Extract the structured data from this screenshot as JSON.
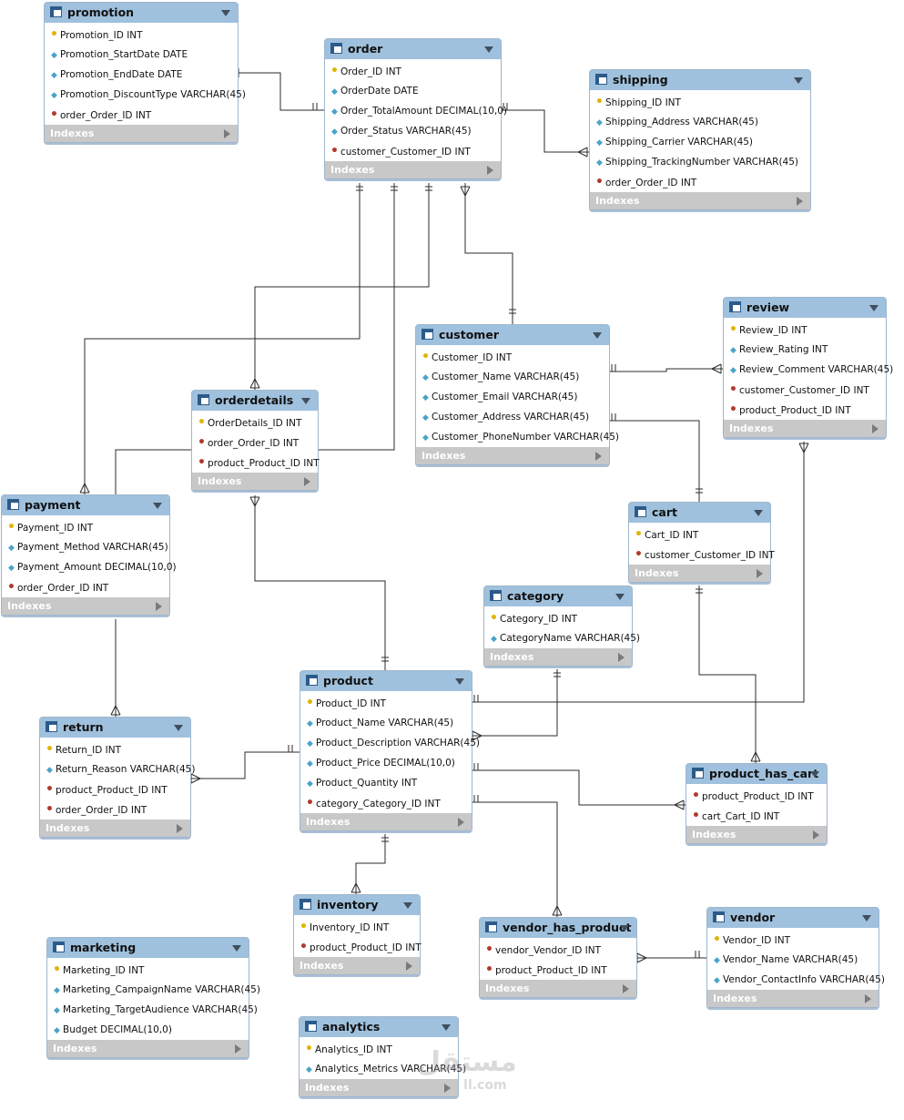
{
  "diagram": {
    "indexes_label": "Indexes",
    "watermark": "مستقل",
    "watermark_url": "ll.com"
  },
  "tables": [
    {
      "id": "promotion",
      "name": "promotion",
      "columns": [
        {
          "key": "pk",
          "text": "Promotion_ID INT"
        },
        {
          "key": "col",
          "text": "Promotion_StartDate DATE"
        },
        {
          "key": "col",
          "text": "Promotion_EndDate DATE"
        },
        {
          "key": "col",
          "text": "Promotion_DiscountType VARCHAR(45)"
        },
        {
          "key": "fk",
          "text": "order_Order_ID INT"
        }
      ]
    },
    {
      "id": "order",
      "name": "order",
      "columns": [
        {
          "key": "pk",
          "text": "Order_ID INT"
        },
        {
          "key": "col",
          "text": "OrderDate DATE"
        },
        {
          "key": "col",
          "text": "Order_TotalAmount DECIMAL(10,0)"
        },
        {
          "key": "col",
          "text": "Order_Status VARCHAR(45)"
        },
        {
          "key": "fk",
          "text": "customer_Customer_ID INT"
        }
      ]
    },
    {
      "id": "shipping",
      "name": "shipping",
      "columns": [
        {
          "key": "pk",
          "text": "Shipping_ID INT"
        },
        {
          "key": "col",
          "text": "Shipping_Address VARCHAR(45)"
        },
        {
          "key": "col",
          "text": "Shipping_Carrier VARCHAR(45)"
        },
        {
          "key": "col",
          "text": "Shipping_TrackingNumber VARCHAR(45)"
        },
        {
          "key": "fk",
          "text": "order_Order_ID INT"
        }
      ]
    },
    {
      "id": "review",
      "name": "review",
      "columns": [
        {
          "key": "pk",
          "text": "Review_ID INT"
        },
        {
          "key": "col",
          "text": "Review_Rating INT"
        },
        {
          "key": "col",
          "text": "Review_Comment VARCHAR(45)"
        },
        {
          "key": "fk",
          "text": "customer_Customer_ID INT"
        },
        {
          "key": "fk",
          "text": "product_Product_ID INT"
        }
      ]
    },
    {
      "id": "customer",
      "name": "customer",
      "columns": [
        {
          "key": "pk",
          "text": "Customer_ID INT"
        },
        {
          "key": "col",
          "text": "Customer_Name VARCHAR(45)"
        },
        {
          "key": "col",
          "text": "Customer_Email VARCHAR(45)"
        },
        {
          "key": "col",
          "text": "Customer_Address VARCHAR(45)"
        },
        {
          "key": "col",
          "text": "Customer_PhoneNumber VARCHAR(45)"
        }
      ]
    },
    {
      "id": "orderdetails",
      "name": "orderdetails",
      "columns": [
        {
          "key": "pk",
          "text": "OrderDetails_ID INT"
        },
        {
          "key": "fk",
          "text": "order_Order_ID INT"
        },
        {
          "key": "fk",
          "text": "product_Product_ID INT"
        }
      ]
    },
    {
      "id": "payment",
      "name": "payment",
      "columns": [
        {
          "key": "pk",
          "text": "Payment_ID INT"
        },
        {
          "key": "col",
          "text": "Payment_Method VARCHAR(45)"
        },
        {
          "key": "col",
          "text": "Payment_Amount DECIMAL(10,0)"
        },
        {
          "key": "fk",
          "text": "order_Order_ID INT"
        }
      ]
    },
    {
      "id": "cart",
      "name": "cart",
      "columns": [
        {
          "key": "pk",
          "text": "Cart_ID INT"
        },
        {
          "key": "fk",
          "text": "customer_Customer_ID INT"
        }
      ]
    },
    {
      "id": "category",
      "name": "category",
      "columns": [
        {
          "key": "pk",
          "text": "Category_ID INT"
        },
        {
          "key": "col",
          "text": "CategoryName VARCHAR(45)"
        }
      ]
    },
    {
      "id": "product",
      "name": "product",
      "columns": [
        {
          "key": "pk",
          "text": "Product_ID INT"
        },
        {
          "key": "col",
          "text": "Product_Name VARCHAR(45)"
        },
        {
          "key": "col",
          "text": "Product_Description VARCHAR(45)"
        },
        {
          "key": "col",
          "text": "Product_Price DECIMAL(10,0)"
        },
        {
          "key": "col",
          "text": "Product_Quantity INT"
        },
        {
          "key": "fk",
          "text": "category_Category_ID INT"
        }
      ]
    },
    {
      "id": "return",
      "name": "return",
      "columns": [
        {
          "key": "pk",
          "text": "Return_ID INT"
        },
        {
          "key": "col",
          "text": "Return_Reason VARCHAR(45)"
        },
        {
          "key": "fk",
          "text": "product_Product_ID INT"
        },
        {
          "key": "fk",
          "text": "order_Order_ID INT"
        }
      ]
    },
    {
      "id": "product_has_cart",
      "name": "product_has_cart",
      "columns": [
        {
          "key": "fk",
          "text": "product_Product_ID INT"
        },
        {
          "key": "fk",
          "text": "cart_Cart_ID INT"
        }
      ]
    },
    {
      "id": "inventory",
      "name": "inventory",
      "columns": [
        {
          "key": "pk",
          "text": "Inventory_ID INT"
        },
        {
          "key": "fk",
          "text": "product_Product_ID INT"
        }
      ]
    },
    {
      "id": "vendor_has_product",
      "name": "vendor_has_product",
      "columns": [
        {
          "key": "fk",
          "text": "vendor_Vendor_ID INT"
        },
        {
          "key": "fk",
          "text": "product_Product_ID INT"
        }
      ]
    },
    {
      "id": "vendor",
      "name": "vendor",
      "columns": [
        {
          "key": "pk",
          "text": "Vendor_ID INT"
        },
        {
          "key": "col",
          "text": "Vendor_Name VARCHAR(45)"
        },
        {
          "key": "col",
          "text": "Vendor_ContactInfo VARCHAR(45)"
        }
      ]
    },
    {
      "id": "marketing",
      "name": "marketing",
      "columns": [
        {
          "key": "pk",
          "text": "Marketing_ID INT"
        },
        {
          "key": "col",
          "text": "Marketing_CampaignName VARCHAR(45)"
        },
        {
          "key": "col",
          "text": "Marketing_TargetAudience VARCHAR(45)"
        },
        {
          "key": "col",
          "text": "Budget DECIMAL(10,0)"
        }
      ]
    },
    {
      "id": "analytics",
      "name": "analytics",
      "columns": [
        {
          "key": "pk",
          "text": "Analytics_ID INT"
        },
        {
          "key": "col",
          "text": "Analytics_Metrics VARCHAR(45)"
        }
      ]
    }
  ],
  "relationships": [
    {
      "from": "promotion",
      "to": "order",
      "from_end": "many",
      "to_end": "one"
    },
    {
      "from": "order",
      "to": "shipping",
      "from_end": "one",
      "to_end": "many"
    },
    {
      "from": "order",
      "to": "customer",
      "from_end": "many",
      "to_end": "one"
    },
    {
      "from": "order",
      "to": "orderdetails",
      "from_end": "one",
      "to_end": "many"
    },
    {
      "from": "order",
      "to": "payment",
      "from_end": "one",
      "to_end": "many"
    },
    {
      "from": "customer",
      "to": "review",
      "from_end": "one",
      "to_end": "many"
    },
    {
      "from": "customer",
      "to": "cart",
      "from_end": "one",
      "to_end": "many"
    },
    {
      "from": "product",
      "to": "review",
      "from_end": "one",
      "to_end": "many"
    },
    {
      "from": "product",
      "to": "orderdetails",
      "from_end": "one",
      "to_end": "many"
    },
    {
      "from": "category",
      "to": "product",
      "from_end": "one",
      "to_end": "many"
    },
    {
      "from": "cart",
      "to": "product_has_cart",
      "from_end": "one",
      "to_end": "many"
    },
    {
      "from": "product",
      "to": "product_has_cart",
      "from_end": "one",
      "to_end": "many"
    },
    {
      "from": "product",
      "to": "return",
      "from_end": "one",
      "to_end": "many"
    },
    {
      "from": "payment",
      "to": "return",
      "from_end": "one",
      "to_end": "many"
    },
    {
      "from": "product",
      "to": "inventory",
      "from_end": "one",
      "to_end": "many"
    },
    {
      "from": "product",
      "to": "vendor_has_product",
      "from_end": "one",
      "to_end": "many"
    },
    {
      "from": "vendor",
      "to": "vendor_has_product",
      "from_end": "one",
      "to_end": "many"
    }
  ]
}
